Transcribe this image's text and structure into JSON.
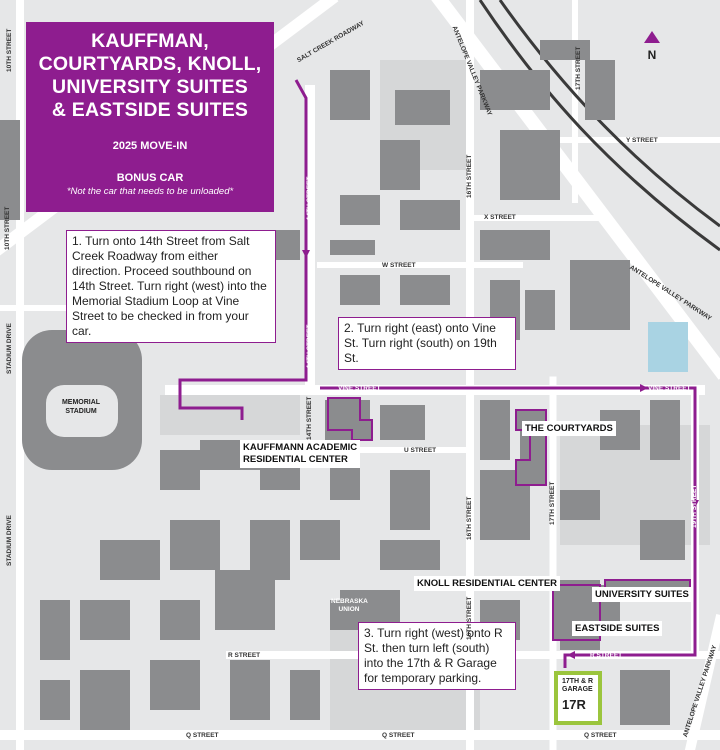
{
  "title": {
    "lines": [
      "KAUFFMAN,",
      "COURTYARDS, KNOLL,",
      "UNIVERSITY SUITES",
      "& EASTSIDE SUITES"
    ],
    "subtitle": "2025 MOVE-IN",
    "bonus": "BONUS CAR",
    "note": "*Not the car that needs to be unloaded*"
  },
  "north_label": "N",
  "steps": [
    "1. Turn onto 14th Street from Salt Creek Roadway from either direction. Proceed southbound on 14th Street. Turn right (west) into the Memorial Stadium Loop at Vine Street to be checked in from your car.",
    "2. Turn right (east) onto Vine St. Turn right (south) on 19th St.",
    "3. Turn right (west) onto R St. then turn left (south) into the 17th & R Garage for temporary parking."
  ],
  "places": {
    "kauffman": [
      "KAUFFMANN ACADEMIC",
      "RESIDENTIAL CENTER"
    ],
    "courtyards": "THE COURTYARDS",
    "knoll": "KNOLL RESIDENTIAL CENTER",
    "university_suites": "UNIVERSITY SUITES",
    "eastside_suites": "EASTSIDE SUITES",
    "stadium": [
      "MEMORIAL",
      "STADIUM"
    ],
    "union": [
      "NEBRASKA",
      "UNION"
    ]
  },
  "garage": {
    "label": [
      "17TH & R",
      "GARAGE"
    ],
    "code": "17R"
  },
  "streets": {
    "salt_creek": "SALT CREEK ROADWAY",
    "antelope_valley_1": "ANTELOPE VALLEY PARKWAY",
    "antelope_valley_2": "ANTELOPE VALLEY PARKWAY",
    "antelope_valley_3": "ANTELOPE VALLEY PARKWAY",
    "tenth_1": "10TH STREET",
    "tenth_2": "10TH STREET",
    "fourteenth_1": "14TH STREET",
    "fourteenth_2": "14TH STREET",
    "fourteenth_3": "14TH STREET",
    "sixteenth_1": "16TH STREET",
    "sixteenth_2": "16TH STREET",
    "sixteenth_3": "16TH STREET",
    "seventeenth_1": "17TH STREET",
    "seventeenth_2": "17TH STREET",
    "nineteenth": "19TH STREET",
    "y_street": "Y STREET",
    "x_street": "X STREET",
    "w_street": "W STREET",
    "vine_1": "VINE STREET",
    "vine_2": "VINE STREET",
    "u_street": "U STREET",
    "r_street_1": "R STREET",
    "r_street_2": "R STREET",
    "q_street_1": "Q STREET",
    "q_street_2": "Q STREET",
    "q_street_3": "Q STREET",
    "stadium_drive_1": "STADIUM DRIVE",
    "stadium_drive_2": "STADIUM DRIVE"
  },
  "colors": {
    "route": "#8e1d8f",
    "garage": "#9bc53d",
    "building": "#8b8c8e",
    "water": "#a9d3e3",
    "land": "#e6e7e8",
    "plaza": "#d3d4d5"
  }
}
